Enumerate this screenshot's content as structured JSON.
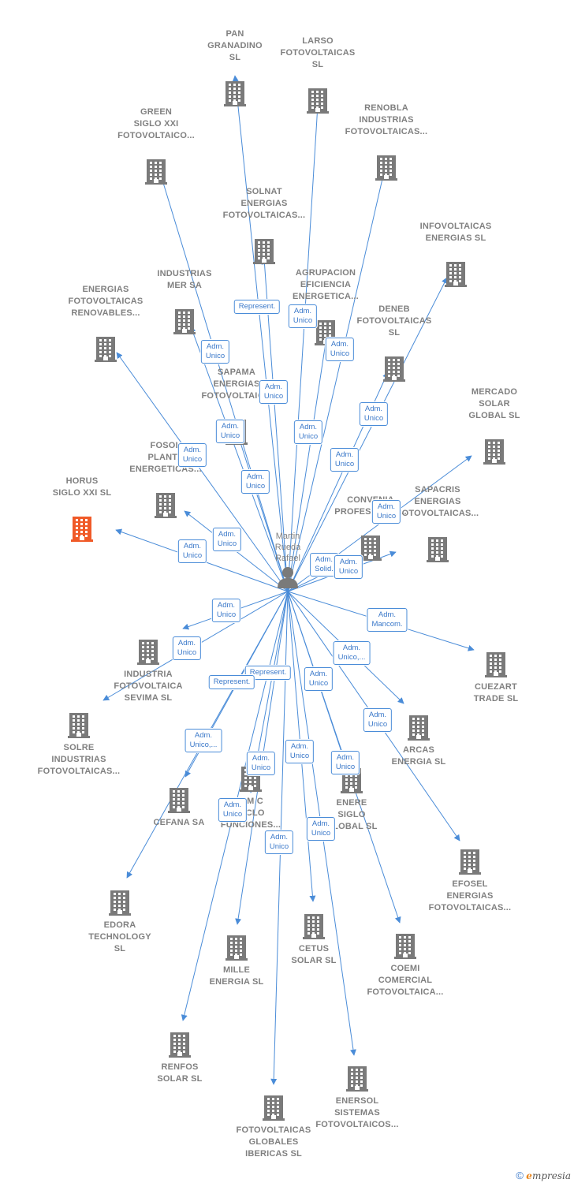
{
  "colors": {
    "edge": "#4a8cd8",
    "building": "#7a7a7a",
    "building_main": "#f05a28",
    "label": "#808080"
  },
  "person": {
    "label": "Martin\nRueda\nRafael",
    "icon": "person-icon"
  },
  "companies": [
    {
      "id": "pan",
      "label": "PAN\nGRANADINO\nSL"
    },
    {
      "id": "larso",
      "label": "LARSO\nFOTOVOLTAICAS\nSL"
    },
    {
      "id": "renobla",
      "label": "RENOBLA\nINDUSTRIAS\nFOTOVOLTAICAS..."
    },
    {
      "id": "green",
      "label": "GREEN\nSIGLO XXI\nFOTOVOLTAICO..."
    },
    {
      "id": "solnat",
      "label": "SOLNAT\nENERGIAS\nFOTOVOLTAICAS..."
    },
    {
      "id": "infovoltaicas",
      "label": "INFOVOLTAICAS\nENERGIAS SL"
    },
    {
      "id": "industrias_mer",
      "label": "INDUSTRIAS\nMER SA"
    },
    {
      "id": "agrupacion",
      "label": "AGRUPACION\nEFICIENCIA\nENERGETICA..."
    },
    {
      "id": "energias_fv",
      "label": "ENERGIAS\nFOTOVOLTAICAS\nRENOVABLES..."
    },
    {
      "id": "deneb",
      "label": "DENEB\nFOTOVOLTAICAS\nSL"
    },
    {
      "id": "sapama",
      "label": "SAPAMA\nENERGIAS\nFOTOVOLTAIC..."
    },
    {
      "id": "mercado",
      "label": "MERCADO\nSOLAR\nGLOBAL SL"
    },
    {
      "id": "fosol",
      "label": "FOSOL\nPLANTA\nENERGETICAS..."
    },
    {
      "id": "horus",
      "label": "HORUS\nSIGLO XXI SL",
      "main": true
    },
    {
      "id": "sapacris",
      "label": "SAPACRIS\nENERGIAS\nFOTOVOLTAICAS..."
    },
    {
      "id": "convenia",
      "label": "CONVENIA\nPROFESIONAL..."
    },
    {
      "id": "industria_fv",
      "label": "INDUSTRIA\nFOTOVOLTAICA\nSEVIMA SL"
    },
    {
      "id": "cuezart",
      "label": "CUEZART\nTRADE SL"
    },
    {
      "id": "solre",
      "label": "SOLRE\nINDUSTRIAS\nFOTOVOLTAICAS..."
    },
    {
      "id": "arcas",
      "label": "ARCAS\nENERGIA SL"
    },
    {
      "id": "cefana",
      "label": "CEFANA SA"
    },
    {
      "id": "amc",
      "label": "A M C\nCICLO\nFUNCIONES..."
    },
    {
      "id": "enere",
      "label": "ENERE\nSIGLO\nGLOBAL SL"
    },
    {
      "id": "efosel",
      "label": "EFOSEL\nENERGIAS\nFOTOVOLTAICAS..."
    },
    {
      "id": "edora",
      "label": "EDORA\nTECHNOLOGY\nSL"
    },
    {
      "id": "cetus",
      "label": "CETUS\nSOLAR SL"
    },
    {
      "id": "mille",
      "label": "MILLE\nENERGIA SL"
    },
    {
      "id": "coemi",
      "label": "COEMI\nCOMERCIAL\nFOTOVOLTAICA..."
    },
    {
      "id": "renfos",
      "label": "RENFOS\nSOLAR SL"
    },
    {
      "id": "enersol",
      "label": "ENERSOL\nSISTEMAS\nFOTOVOLTAICOS..."
    },
    {
      "id": "fv_globales",
      "label": "FOTOVOLTAICAS\nGLOBALES\nIBERICAS SL"
    }
  ],
  "relations": [
    {
      "id": "r1",
      "label": "Represent."
    },
    {
      "id": "r2",
      "label": "Adm.\nUnico"
    },
    {
      "id": "r3",
      "label": "Adm.\nUnico"
    },
    {
      "id": "r4",
      "label": "Adm.\nUnico"
    },
    {
      "id": "r5",
      "label": "Adm.\nUnico"
    },
    {
      "id": "r6",
      "label": "Adm.\nUnico"
    },
    {
      "id": "r7",
      "label": "Adm.\nUnico"
    },
    {
      "id": "r8",
      "label": "Adm.\nUnico"
    },
    {
      "id": "r9",
      "label": "Adm.\nUnico"
    },
    {
      "id": "r10",
      "label": "Adm.\nUnico"
    },
    {
      "id": "r11",
      "label": "Adm.\nUnico"
    },
    {
      "id": "r12",
      "label": "Adm.\nUnico"
    },
    {
      "id": "r13",
      "label": "Adm.\nUnico"
    },
    {
      "id": "r14",
      "label": "Adm.\nUnico"
    },
    {
      "id": "r15",
      "label": "Adm.\nSolid."
    },
    {
      "id": "r16",
      "label": "Adm.\nUnico"
    },
    {
      "id": "r17",
      "label": "Adm.\nUnico"
    },
    {
      "id": "r18",
      "label": "Adm.\nUnico"
    },
    {
      "id": "r19",
      "label": "Adm.\nMancom."
    },
    {
      "id": "r20",
      "label": "Adm.\nUnico,..."
    },
    {
      "id": "r21",
      "label": "Represent."
    },
    {
      "id": "r22",
      "label": "Represent."
    },
    {
      "id": "r23",
      "label": "Adm.\nUnico"
    },
    {
      "id": "r24",
      "label": "Adm.\nUnico"
    },
    {
      "id": "r25",
      "label": "Adm.\nUnico,..."
    },
    {
      "id": "r26",
      "label": "Adm.\nUnico"
    },
    {
      "id": "r27",
      "label": "Adm.\nUnico"
    },
    {
      "id": "r28",
      "label": "Adm.\nUnico"
    },
    {
      "id": "r29",
      "label": "Adm.\nUnico"
    },
    {
      "id": "r30",
      "label": "Adm.\nUnico"
    },
    {
      "id": "r31",
      "label": "Adm.\nUnico"
    }
  ],
  "footer": {
    "copyright": "©",
    "brand_initial": "e",
    "brand_rest": "mpresia"
  }
}
